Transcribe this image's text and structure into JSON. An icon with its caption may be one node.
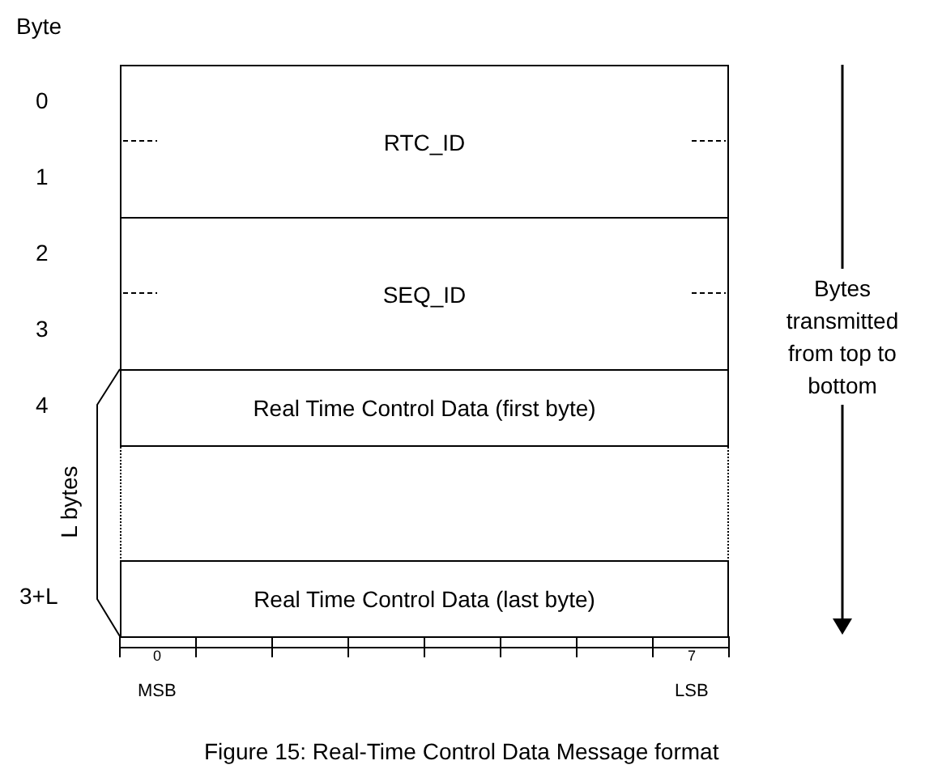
{
  "diagram": {
    "caption": "Figure 15: Real-Time Control Data Message format",
    "nodes": [
      {
        "text": [
          "RTC_ID"
        ]
      },
      {
        "text": [
          "SEQ_ID"
        ]
      },
      {
        "text": [
          "Real Time Control Data (first byte)"
        ]
      },
      {
        "text": [],
        "shape": "box"
      },
      {
        "text": [
          "Real Time Control Data (last byte)"
        ]
      }
    ],
    "labels": [
      "Byte",
      "0",
      "1",
      "2",
      "3",
      "4",
      "L bytes",
      "3+L",
      "Bytes transmitted from top to bottom",
      "0",
      "7",
      "MSB",
      "LSB"
    ]
  }
}
